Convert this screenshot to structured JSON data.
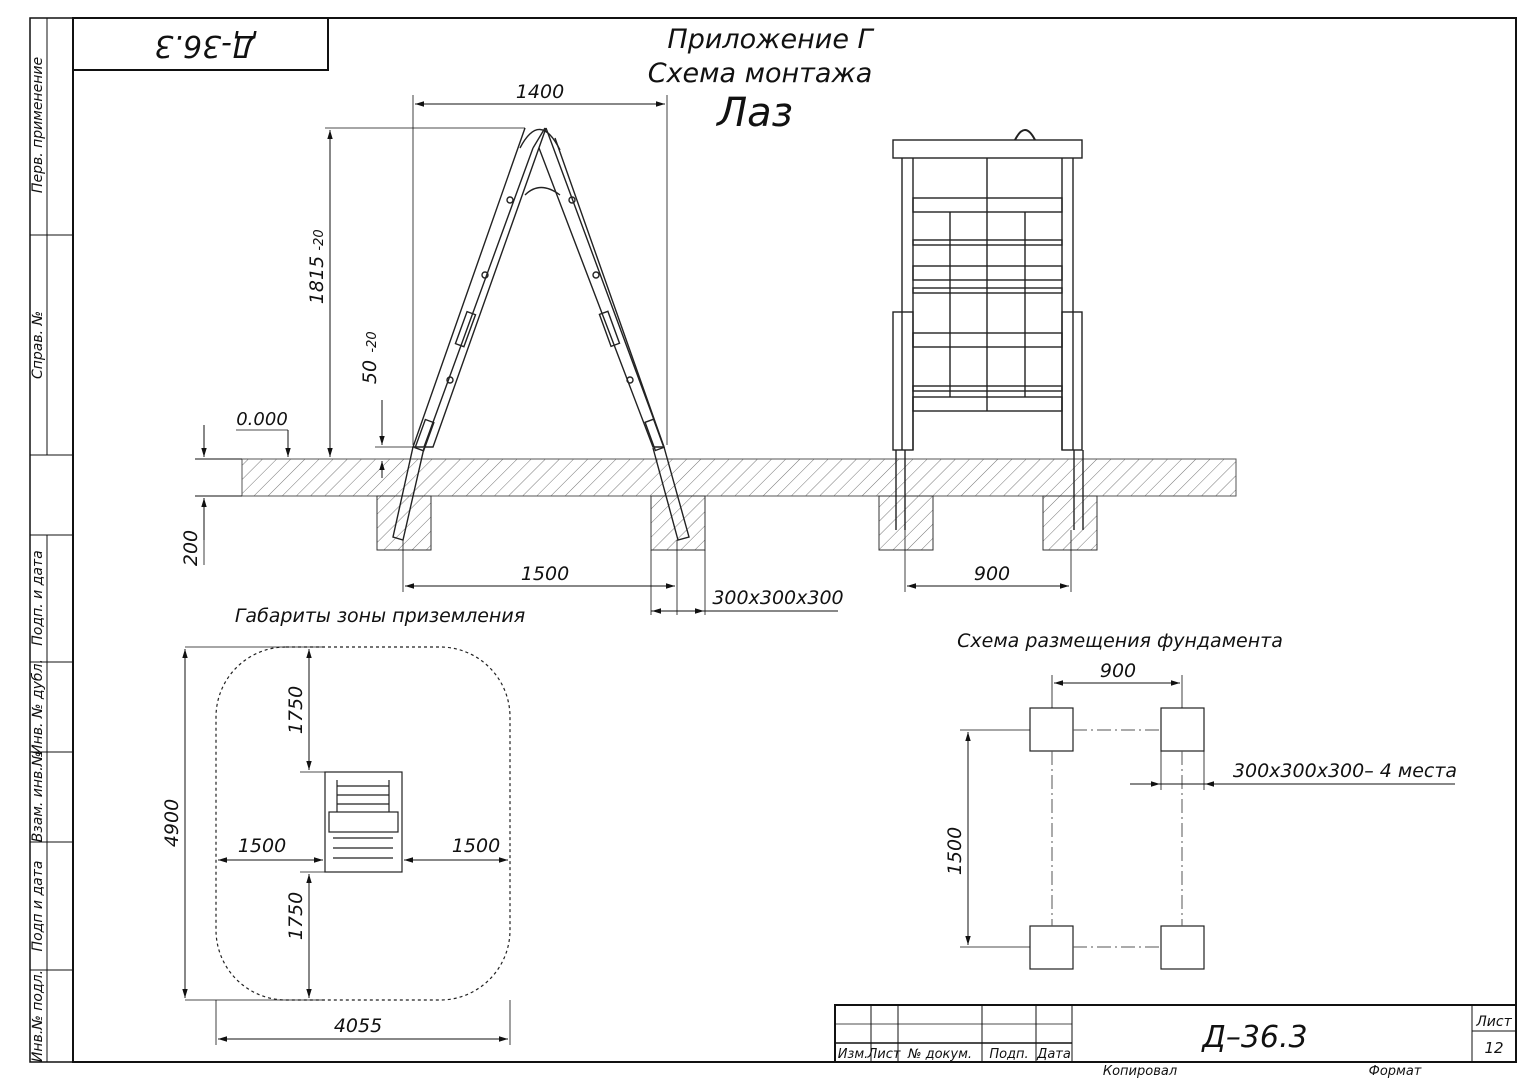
{
  "stamp": "Д-36.3",
  "title": {
    "line1": "Приложение Г",
    "line2": "Схема монтажа",
    "line3": "Лаз"
  },
  "side_strip": [
    "Перв. применение",
    "Справ. №",
    "Подп. и дата",
    "Инв. № дубл.",
    "Взам. инв.№",
    "Подп и дата",
    "Инв.№ подл."
  ],
  "dims_side": {
    "width_top": "1400",
    "height": "1815",
    "height_tol": "-20",
    "depth": "50",
    "depth_tol": "-20",
    "level": "0.000",
    "ground": "200",
    "base_span": "1500",
    "footing": "300x300x300"
  },
  "dims_front": {
    "span": "900"
  },
  "zone": {
    "title": "Габариты зоны приземления",
    "top": "1750",
    "bottom": "1750",
    "left": "1500",
    "right": "1500",
    "height": "4900",
    "width": "4055"
  },
  "foundation": {
    "title": "Схема размещения фундамента",
    "span_x": "900",
    "span_y": "1500",
    "note": "300x300x300– 4 места"
  },
  "title_block": {
    "col_headers": [
      "Изм.",
      "Лист",
      "№ докум.",
      "Подп.",
      "Дата"
    ],
    "designation": "Д–36.3",
    "sheet_label": "Лист",
    "sheet_no": "12",
    "copied": "Копировал",
    "format": "Формат"
  }
}
